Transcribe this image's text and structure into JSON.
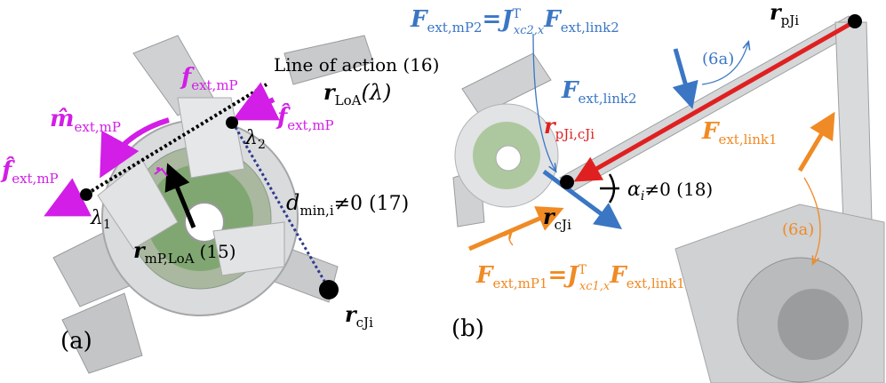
{
  "panel_a": {
    "tag": "(a)",
    "line_of_action": "Line of action (16)",
    "r_loa_lambda": "r",
    "r_loa_sub": "LoA",
    "r_loa_arg": "(λ)",
    "f_ext_mp": "f",
    "f_ext_mp_sub": "ext,mP",
    "f_hat_right": "f̂",
    "f_hat_right_sub": "ext,mP",
    "m_hat": "m̂",
    "m_hat_sub": "ext,mP",
    "f_hat_left": "f̂",
    "f_hat_left_sub": "ext,mP",
    "lambda1": "λ",
    "lambda1_sub": "1",
    "lambda2": "λ",
    "lambda2_sub": "2",
    "d_min": "d",
    "d_min_sub": "min,i",
    "d_min_rest": "≠0 (17)",
    "r_mp_loa": "r",
    "r_mp_loa_sub": "mP,LoA",
    "r_mp_loa_eq": "(15)",
    "r_cji": "r",
    "r_cji_sub": "cJi"
  },
  "panel_b": {
    "tag": "(b)",
    "F_mp2": "F",
    "F_mp2_sub": "ext,mP2",
    "J_c2": "=J",
    "J_c2_sup": "T",
    "J_c2_sub": "xc2,x",
    "F_link2_a": "F",
    "F_link2_a_sub": "ext,link2",
    "r_pji": "r",
    "r_pji_sub": "pJi",
    "eq6a_top": "(6a)",
    "F_link2": "F",
    "F_link2_sub": "ext,link2",
    "r_pjicji": "r",
    "r_pjicji_sub": "pJi,cJi",
    "F_link1": "F",
    "F_link1_sub": "ext,link1",
    "alpha": "α",
    "alpha_sub": "i",
    "alpha_rest": "≠0 (18)",
    "r_cji": "r",
    "r_cji_sub": "cJi",
    "eq6a_bottom": "(6a)",
    "F_mp1": "F",
    "F_mp1_sub": "ext,mP1",
    "J_c1": "=J",
    "J_c1_sup": "T",
    "J_c1_sub": "xc1,x",
    "F_link1_b": "F",
    "F_link1_b_sub": "ext,link1"
  },
  "colors": {
    "magenta": "#d21ee6",
    "blue": "#3a76c4",
    "red": "#e02020",
    "orange": "#f08a24",
    "navy": "#2f3a8c",
    "black": "#000000"
  }
}
